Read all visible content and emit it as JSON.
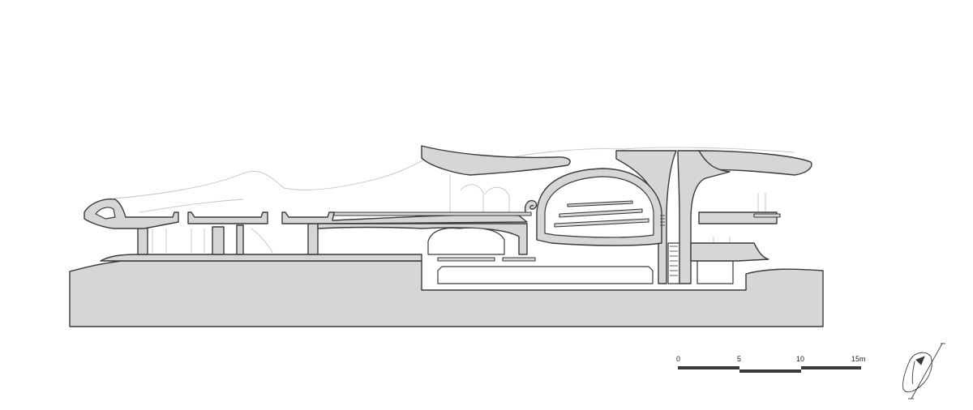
{
  "scale_bar": {
    "labels": [
      "0",
      "5",
      "10",
      "15m"
    ]
  },
  "key_plan": {
    "icon": "site-key-plan-icon"
  }
}
